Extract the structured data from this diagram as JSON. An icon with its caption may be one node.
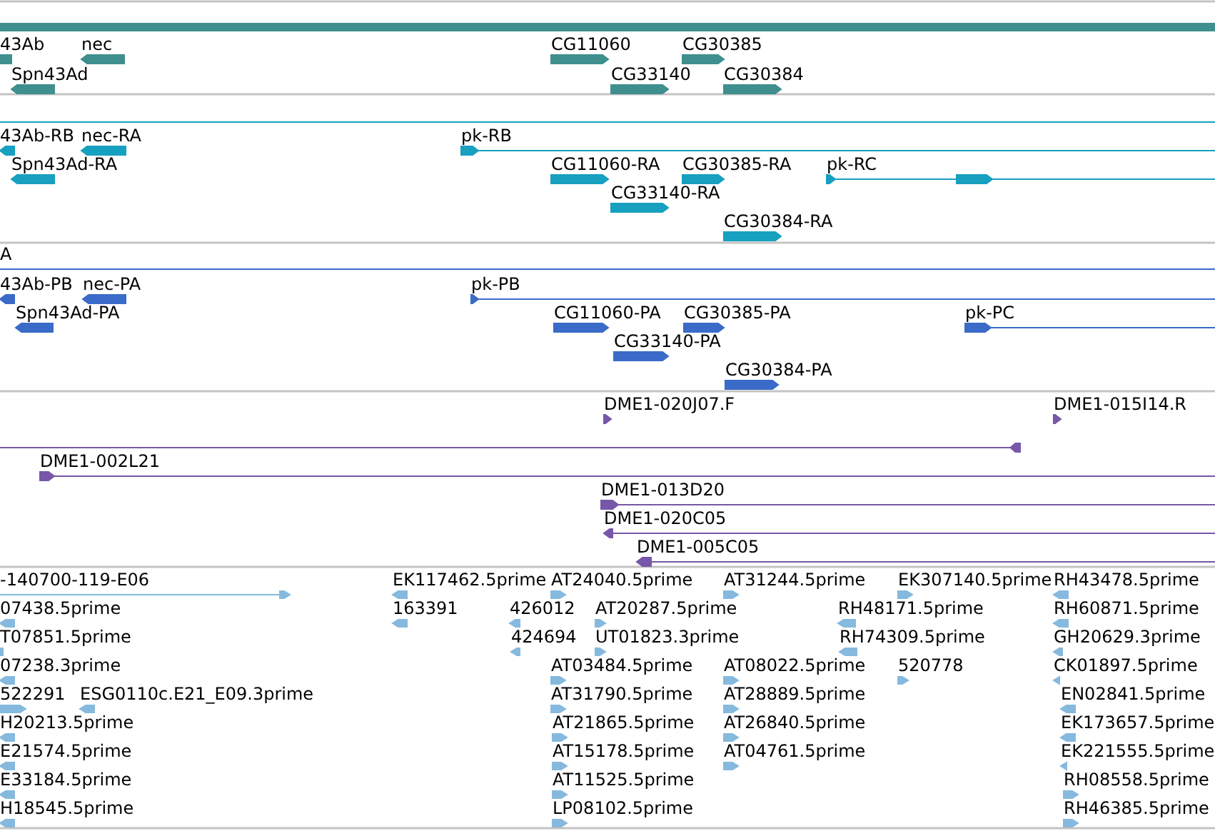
{
  "diagram": {
    "labels": [
      "43Ab",
      "nec",
      "CG11060",
      "CG30385",
      "Spn43Ad",
      "CG33140",
      "CG30384",
      "43Ab-RB",
      "nec-RA",
      "pk-RB",
      "Spn43Ad-RA",
      "CG11060-RA",
      "CG30385-RA",
      "pk-RC",
      "CG33140-RA",
      "CG30384-RA",
      "A",
      "43Ab-PB",
      "nec-PA",
      "pk-PB",
      "Spn43Ad-PA",
      "CG11060-PA",
      "CG30385-PA",
      "pk-PC",
      "CG33140-PA",
      "CG30384-PA",
      "DME1-020J07.F",
      "DME1-015I14.R",
      "DME1-002L21",
      "DME1-013D20",
      "DME1-020C05",
      "DME1-005C05",
      "-140700-119-E06",
      "EK117462.5prime",
      "AT24040.5prime",
      "AT31244.5prime",
      "EK307140.5prime",
      "RH43478.5prime",
      "07438.5prime",
      "163391",
      "426012",
      "AT20287.5prime",
      "RH48171.5prime",
      "RH60871.5prime",
      "T07851.5prime",
      "424694",
      "UT01823.3prime",
      "RH74309.5prime",
      "GH20629.3prime",
      "07238.3prime",
      "AT03484.5prime",
      "AT08022.5prime",
      "520778",
      "CK01897.5prime",
      "522291",
      "ESG0110c.E21_E09.3prime",
      "AT31790.5prime",
      "AT28889.5prime",
      "EN02841.5prime",
      "H20213.5prime",
      "AT21865.5prime",
      "AT26840.5prime",
      "EK173657.5prime",
      "E21574.5prime",
      "AT15178.5prime",
      "AT04761.5prime",
      "EK221555.5prime",
      "E33184.5prime",
      "AT11525.5prime",
      "RH08558.5prime",
      "H18545.5prime",
      "LP08102.5prime",
      "RH46385.5prime"
    ]
  }
}
